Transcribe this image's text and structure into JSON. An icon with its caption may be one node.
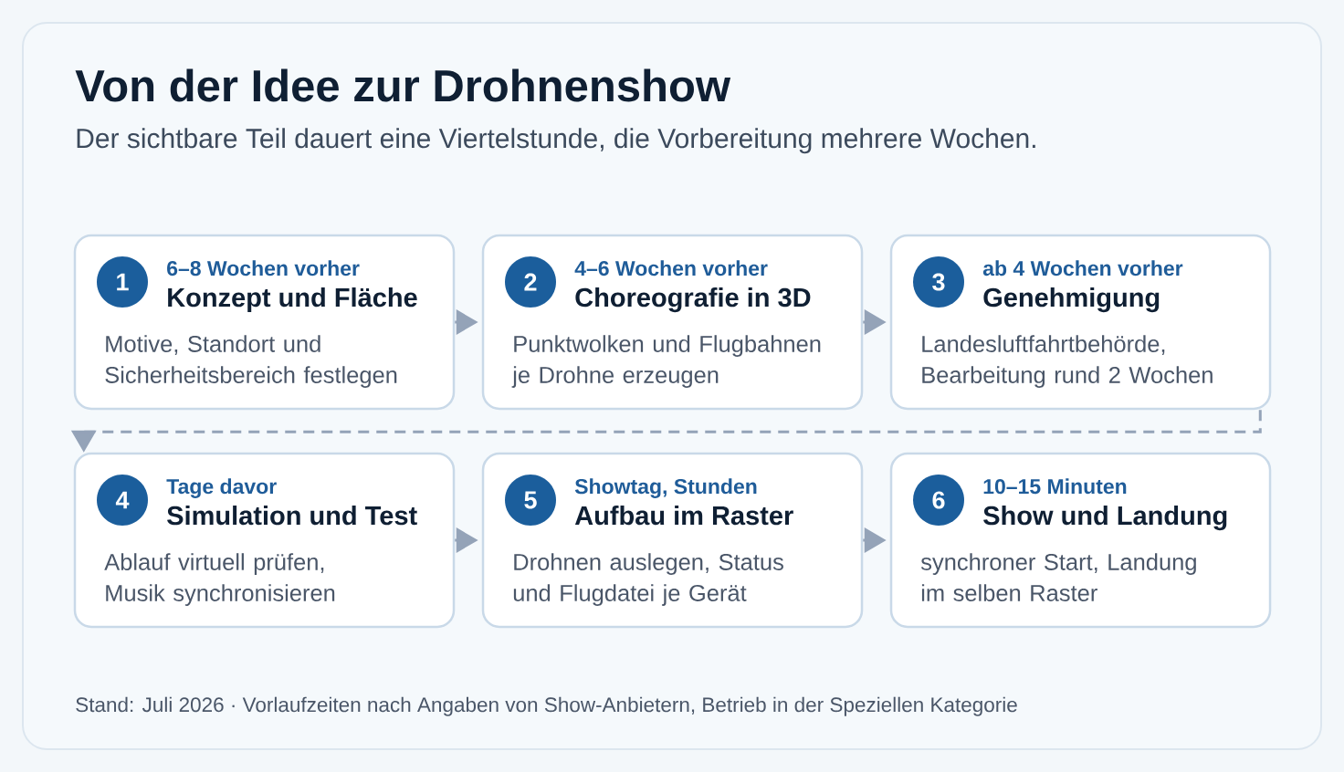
{
  "diagram": {
    "title": "Von der Idee zur Drohnenshow",
    "nodes": [
      {
        "text": [
          "6–8 Wochen vorher",
          "Konzept und Fläche",
          "Motive, Standort und Sicherheitsbereich festlegen"
        ]
      },
      {
        "text": [
          "1"
        ],
        "in": 0
      },
      {
        "text": [
          "4–6 Wochen vorher",
          "Choreografie in 3D",
          "Punktwolken und Flugbahnen je Drohne erzeugen"
        ]
      },
      {
        "text": [
          "2"
        ],
        "in": 2
      },
      {
        "text": [
          "ab 4 Wochen vorher",
          "Genehmigung",
          "Landesluftfahrtbehörde, Bearbeitung rund 2 Wochen"
        ]
      },
      {
        "text": [
          "3"
        ],
        "in": 4
      },
      {
        "text": [
          "Tage davor",
          "Simulation und Test",
          "Ablauf virtuell prüfen, Musik synchronisieren"
        ]
      },
      {
        "text": [
          "4"
        ],
        "in": 6
      },
      {
        "text": [
          "Showtag, Stunden",
          "Aufbau im Raster",
          "Drohnen auslegen, Status und Flugdatei je Gerät"
        ]
      },
      {
        "text": [
          "5"
        ],
        "in": 8
      },
      {
        "text": [
          "10–15 Minuten",
          "Show und Landung",
          "synchroner Start, Landung im selben Raster"
        ]
      },
      {
        "text": [
          "6"
        ],
        "in": 10
      }
    ],
    "edges": [
      {
        "from": 0,
        "to": 2,
        "arrow": "to"
      },
      {
        "from": 2,
        "to": 4,
        "arrow": "to"
      },
      {
        "from": 4,
        "to": 6,
        "arrow": "to",
        "style": "dashed"
      },
      {
        "from": 6,
        "to": 8,
        "arrow": "to"
      },
      {
        "from": 8,
        "to": 10,
        "arrow": "to"
      }
    ],
    "labels": [
      "Der sichtbare Teil dauert eine Viertelstunde, die Vorbereitung mehrere Wochen.",
      "Stand: Juli 2026 · Vorlaufzeiten nach Angaben von Show-Anbietern, Betrieb in der Speziellen Kategorie"
    ]
  }
}
